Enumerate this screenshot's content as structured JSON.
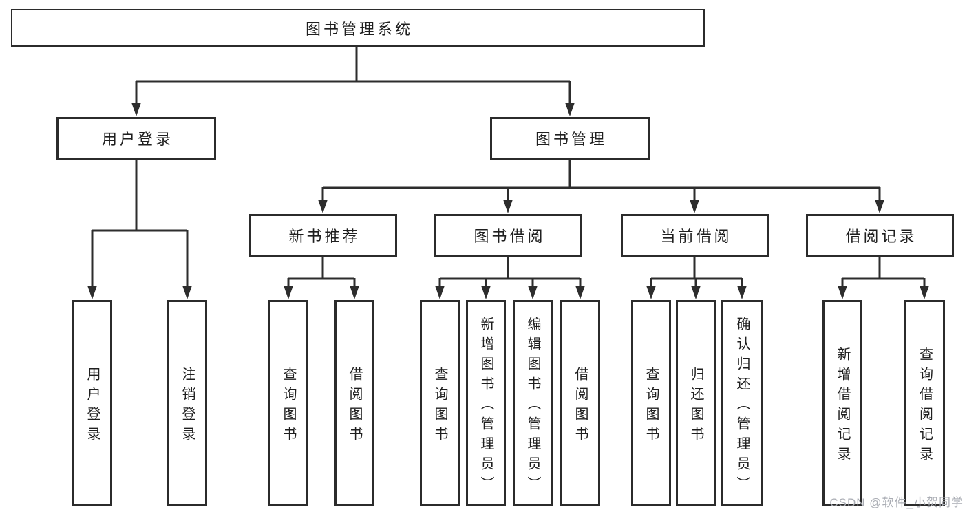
{
  "diagram": {
    "root": {
      "label": "图书管理系统"
    },
    "branches": [
      {
        "label": "用户登录",
        "children": [
          {
            "label": "用户登录"
          },
          {
            "label": "注销登录"
          }
        ]
      },
      {
        "label": "图书管理",
        "sections": [
          {
            "label": "新书推荐",
            "children": [
              {
                "label": "查询图书"
              },
              {
                "label": "借阅图书"
              }
            ]
          },
          {
            "label": "图书借阅",
            "children": [
              {
                "label": "查询图书"
              },
              {
                "label": "新增图书（管理员）"
              },
              {
                "label": "编辑图书（管理员）"
              },
              {
                "label": "借阅图书"
              }
            ]
          },
          {
            "label": "当前借阅",
            "children": [
              {
                "label": "查询图书"
              },
              {
                "label": "归还图书"
              },
              {
                "label": "确认归还（管理员）"
              }
            ]
          },
          {
            "label": "借阅记录",
            "children": [
              {
                "label": "新增借阅记录"
              },
              {
                "label": "查询借阅记录"
              }
            ]
          }
        ]
      }
    ]
  },
  "watermark": {
    "text": "CSDN @软件_小贺同学"
  },
  "colors": {
    "line": "#2d2d2d",
    "border": "#2b2b2b",
    "text": "#1f1f1f",
    "watermark": "#aaadb4",
    "background": "#ffffff"
  }
}
